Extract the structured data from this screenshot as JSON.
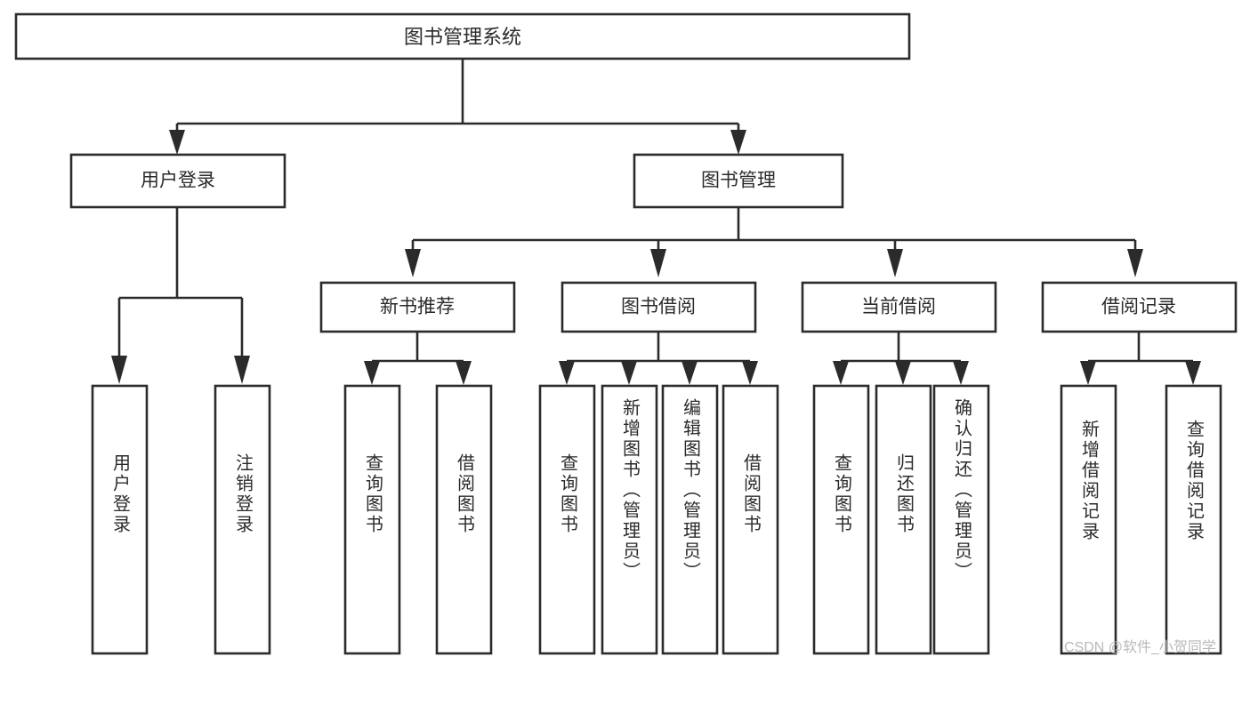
{
  "diagram": {
    "type": "tree",
    "title": "图书管理系统",
    "watermark": "CSDN @软件_小贺同学",
    "colors": {
      "stroke": "#2b2b2b",
      "fill": "#ffffff",
      "text": "#2b2b2b",
      "watermark": "#b9b9b9",
      "background": "#ffffff"
    },
    "levels": {
      "root": "图书管理系统",
      "level2": [
        "用户登录",
        "图书管理"
      ],
      "level3": [
        "新书推荐",
        "图书借阅",
        "当前借阅",
        "借阅记录"
      ]
    },
    "nodes": {
      "root": {
        "label": "图书管理系统"
      },
      "user_login": {
        "label": "用户登录"
      },
      "book_mgmt": {
        "label": "图书管理"
      },
      "new_book_rec": {
        "label": "新书推荐"
      },
      "book_borrow": {
        "label": "图书借阅"
      },
      "current_borrow": {
        "label": "当前借阅"
      },
      "borrow_record": {
        "label": "借阅记录"
      },
      "leaf_user_login": {
        "label": "用户登录"
      },
      "leaf_user_logout": {
        "label": "注销登录"
      },
      "leaf_query_book_1": {
        "label": "查询图书"
      },
      "leaf_borrow_book_1": {
        "label": "借阅图书"
      },
      "leaf_query_book_2": {
        "label": "查询图书"
      },
      "leaf_add_book": {
        "label": "新增图书（管理员）"
      },
      "leaf_edit_book": {
        "label": "编辑图书（管理员）"
      },
      "leaf_borrow_book_2": {
        "label": "借阅图书"
      },
      "leaf_query_book_3": {
        "label": "查询图书"
      },
      "leaf_return_book": {
        "label": "归还图书"
      },
      "leaf_confirm_return": {
        "label": "确认归还（管理员）"
      },
      "leaf_add_record": {
        "label": "新增借阅记录"
      },
      "leaf_query_record": {
        "label": "查询借阅记录"
      }
    },
    "edges": [
      {
        "from": "root",
        "to": "用户登录"
      },
      {
        "from": "root",
        "to": "图书管理"
      },
      {
        "from": "用户登录",
        "to": "用户登录(叶)"
      },
      {
        "from": "用户登录",
        "to": "注销登录"
      },
      {
        "from": "图书管理",
        "to": "新书推荐"
      },
      {
        "from": "图书管理",
        "to": "图书借阅"
      },
      {
        "from": "图书管理",
        "to": "当前借阅"
      },
      {
        "from": "图书管理",
        "to": "借阅记录"
      },
      {
        "from": "新书推荐",
        "to": "查询图书"
      },
      {
        "from": "新书推荐",
        "to": "借阅图书"
      },
      {
        "from": "图书借阅",
        "to": "查询图书"
      },
      {
        "from": "图书借阅",
        "to": "新增图书（管理员）"
      },
      {
        "from": "图书借阅",
        "to": "编辑图书（管理员）"
      },
      {
        "from": "图书借阅",
        "to": "借阅图书"
      },
      {
        "from": "当前借阅",
        "to": "查询图书"
      },
      {
        "from": "当前借阅",
        "to": "归还图书"
      },
      {
        "from": "当前借阅",
        "to": "确认归还（管理员）"
      },
      {
        "from": "借阅记录",
        "to": "新增借阅记录"
      },
      {
        "from": "借阅记录",
        "to": "查询借阅记录"
      }
    ]
  }
}
